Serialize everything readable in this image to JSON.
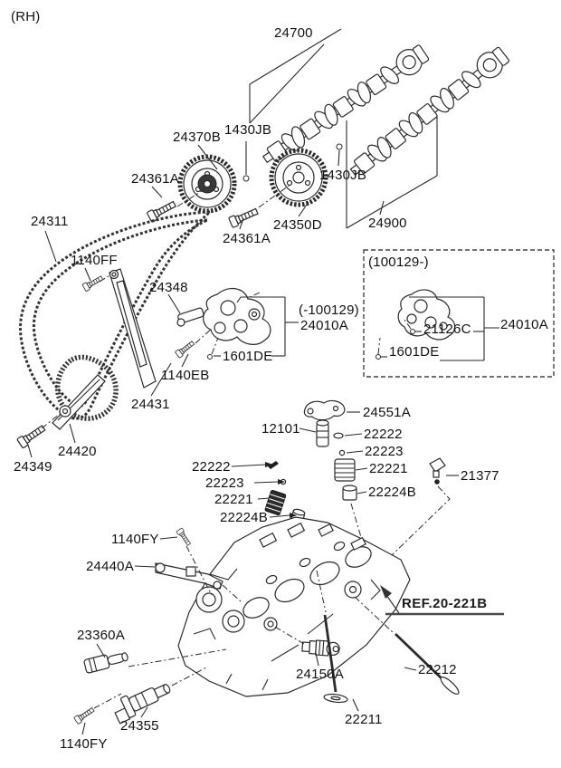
{
  "diagram": {
    "side_label": "(RH)",
    "ref_link": "REF.20-221B",
    "variant_before": "(-100129)",
    "variant_after": "(100129-)"
  },
  "parts": {
    "p24700": "24700",
    "p1430JB": "1430JB",
    "p24370B": "24370B",
    "p24361A": "24361A",
    "p24350D": "24350D",
    "p24900": "24900",
    "p24311": "24311",
    "p1140FF": "1140FF",
    "p24348": "24348",
    "p24010A": "24010A",
    "p1601DE": "1601DE",
    "p21126C": "21126C",
    "p1140EB": "1140EB",
    "p24431": "24431",
    "p24420": "24420",
    "p24349": "24349",
    "p24551A": "24551A",
    "p12101": "12101",
    "p22222": "22222",
    "p22223": "22223",
    "p22221": "22221",
    "p22224B": "22224B",
    "p21377": "21377",
    "p1140FY": "1140FY",
    "p24440A": "24440A",
    "p23360A": "23360A",
    "p24150A": "24150A",
    "p22212": "22212",
    "p22211": "22211",
    "p24355": "24355"
  },
  "colors": {
    "ink": "#111111",
    "line_art": "#2a2a2a",
    "ref_underline": "#4a4a4a",
    "background": "#ffffff"
  }
}
